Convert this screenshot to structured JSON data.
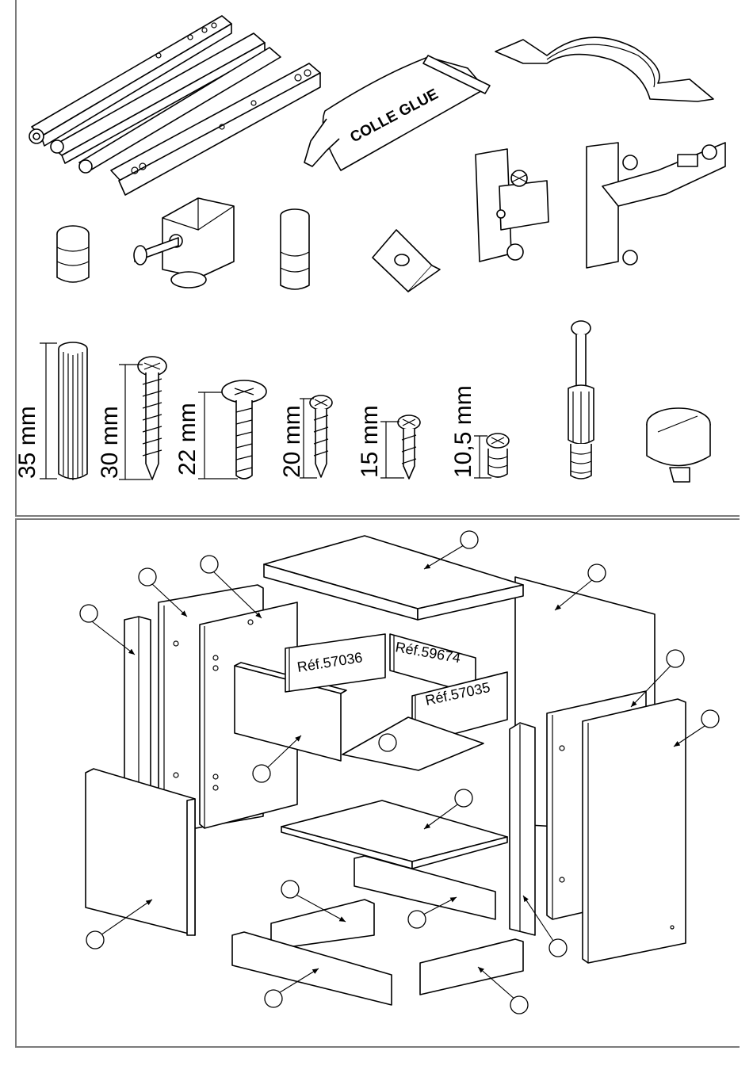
{
  "hardware": {
    "glue_label": "COLLE GLUE",
    "dimensions": [
      "35 mm",
      "30 mm",
      "22 mm",
      "20 mm",
      "15 mm",
      "10,5 mm"
    ]
  },
  "assembly": {
    "part_refs": [
      "Réf.57036",
      "Réf.59674",
      "Réf.57035"
    ]
  }
}
